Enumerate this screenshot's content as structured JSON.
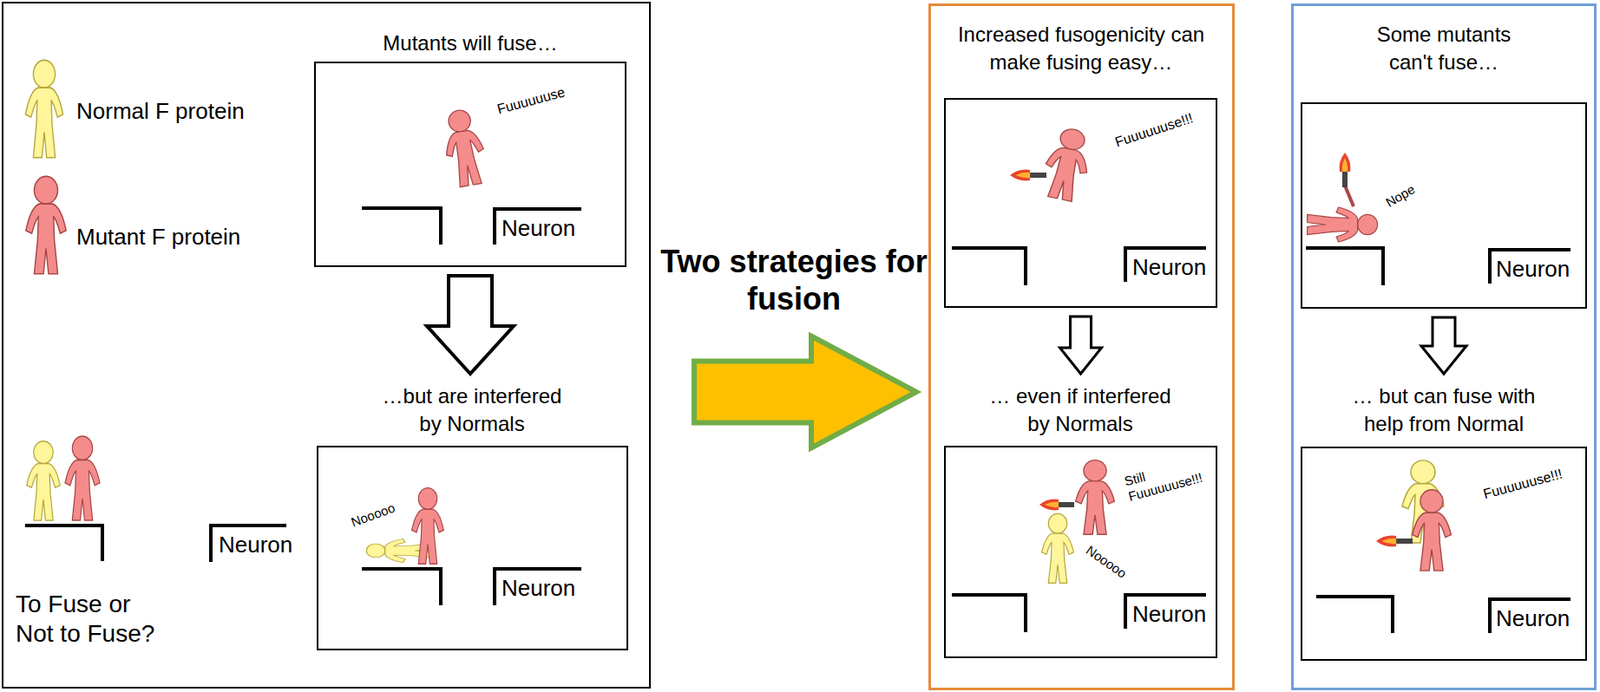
{
  "diagram": {
    "nodes": [
      {
        "text": [
          "Normal F protein",
          "Mutant F protein",
          "Neuron",
          "To Fuse or Not to Fuse?"
        ]
      },
      {
        "text": [
          "Mutants will fuse…",
          "Fuuuuuuse",
          "Neuron"
        ],
        "in": 0
      },
      {
        "text": [
          "…but are interfered by Normals",
          "Nooooo",
          "Neuron"
        ],
        "in": 0
      },
      {
        "text": [
          "Increased fusogenicity can make fusing easy…"
        ]
      },
      {
        "text": [
          "Fuuuuuuse!!!",
          "Neuron"
        ],
        "in": 3
      },
      {
        "text": [
          "… even if interfered by Normals",
          "Still Fuuuuuuse!!!",
          "Nooooo",
          "Neuron"
        ],
        "in": 3
      },
      {
        "text": [
          "Some mutants can't fuse…"
        ]
      },
      {
        "text": [
          "Nope",
          "Neuron"
        ],
        "in": 6
      },
      {
        "text": [
          "… but can fuse with help from Normal",
          "Fuuuuuuse!!!",
          "Neuron"
        ],
        "in": 6
      }
    ],
    "edges": [
      {
        "from": 0,
        "to": 3,
        "arrow": "to"
      },
      {
        "from": 1,
        "to": 2,
        "arrow": "to"
      },
      {
        "from": 4,
        "to": 5,
        "arrow": "to"
      },
      {
        "from": 7,
        "to": 8,
        "arrow": "to"
      }
    ],
    "labels": [
      "Two strategies for fusion"
    ]
  }
}
